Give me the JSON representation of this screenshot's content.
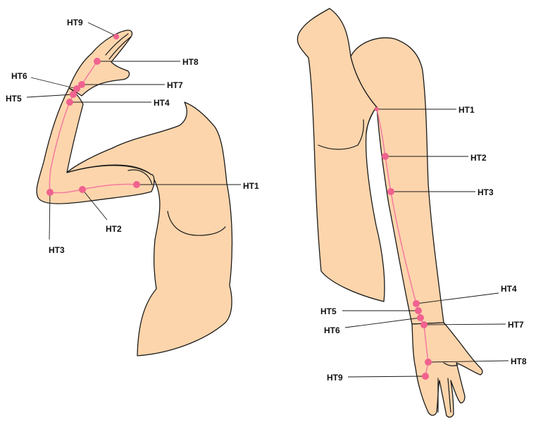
{
  "colors": {
    "skin": "#fdd5ac",
    "outline": "#1a1a1a",
    "meridian": "#f47aa0",
    "point": "#f0628f"
  },
  "figures": {
    "left_arm_raised": {
      "points": {
        "HT1": "HT1",
        "HT2": "HT2",
        "HT3": "HT3",
        "HT4": "HT4",
        "HT5": "HT5",
        "HT6": "HT6",
        "HT7": "HT7",
        "HT8": "HT8",
        "HT9": "HT9"
      }
    },
    "right_arm_lowered": {
      "points": {
        "HT1": "HT1",
        "HT2": "HT2",
        "HT3": "HT3",
        "HT4": "HT4",
        "HT5": "HT5",
        "HT6": "HT6",
        "HT7": "HT7",
        "HT8": "HT8",
        "HT9": "HT9"
      }
    }
  }
}
